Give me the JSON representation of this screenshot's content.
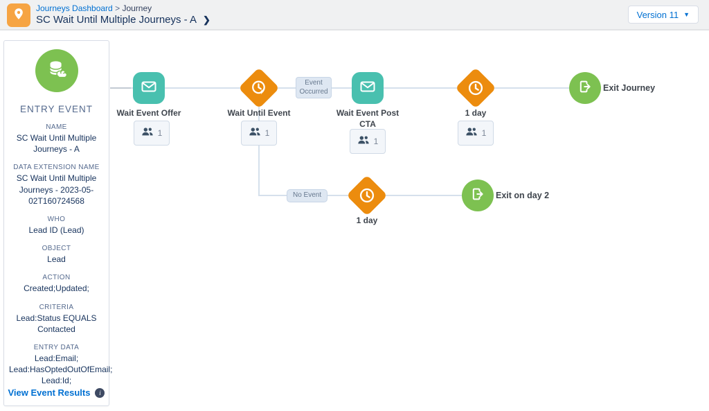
{
  "header": {
    "breadcrumb": {
      "parent": "Journeys Dashboard",
      "separator": ">",
      "current": "Journey"
    },
    "title": "SC Wait Until Multiple Journeys - A",
    "title_chevron": "❯",
    "version_button": {
      "label": "Version 11",
      "caret": "▼"
    }
  },
  "entry_panel": {
    "heading": "ENTRY EVENT",
    "fields": [
      {
        "label": "NAME",
        "value": "SC Wait Until Multiple Journeys - A"
      },
      {
        "label": "DATA EXTENSION NAME",
        "value": "SC Wait Until Multiple Journeys - 2023-05-02T160724568"
      },
      {
        "label": "WHO",
        "value": "Lead ID (Lead)"
      },
      {
        "label": "OBJECT",
        "value": "Lead"
      },
      {
        "label": "ACTION",
        "value": "Created;Updated;"
      },
      {
        "label": "CRITERIA",
        "value": "Lead:Status EQUALS Contacted"
      },
      {
        "label": "ENTRY DATA",
        "value": "Lead:Email; Lead:HasOptedOutOfEmail; Lead:Id;"
      }
    ],
    "results_link": "View Event Results",
    "info_glyph": "i"
  },
  "canvas": {
    "nodes": {
      "wait_event_offer": {
        "label": "Wait Event Offer",
        "count": "1",
        "type": "email"
      },
      "wait_until_event": {
        "label": "Wait Until Event",
        "count": "1",
        "type": "wait-until"
      },
      "wait_event_post_cta": {
        "label": "Wait Event Post CTA",
        "count": "1",
        "type": "email"
      },
      "wait_1_day_top": {
        "label": "1 day",
        "count": "1",
        "type": "wait"
      },
      "exit_journey": {
        "label": "Exit Journey",
        "type": "exit"
      },
      "wait_1_day_bottom": {
        "label": "1 day",
        "type": "wait"
      },
      "exit_on_day_2": {
        "label": "Exit on day 2",
        "type": "exit"
      }
    },
    "path_labels": {
      "event_occurred": "Event Occurred",
      "no_event": "No Event"
    }
  },
  "icons": {
    "app_badge": "map-pin-icon",
    "entry": "data-extension-icon",
    "email": "envelope-icon",
    "wait_until": "clock-bolt-icon",
    "wait": "clock-icon",
    "exit": "exit-arrow-icon",
    "count": "people-icon",
    "info": "info-icon",
    "version_caret": "caret-down-icon"
  },
  "colors": {
    "header_bg": "#F0F1F2",
    "pin_orange": "#F6A443",
    "teal": "#49C0AF",
    "orange": "#EC8C0E",
    "green": "#7DC151",
    "link_blue": "#0070D2",
    "navy_text": "#16325C",
    "muted_label": "#54698D",
    "connector": "#D5E0EC"
  }
}
